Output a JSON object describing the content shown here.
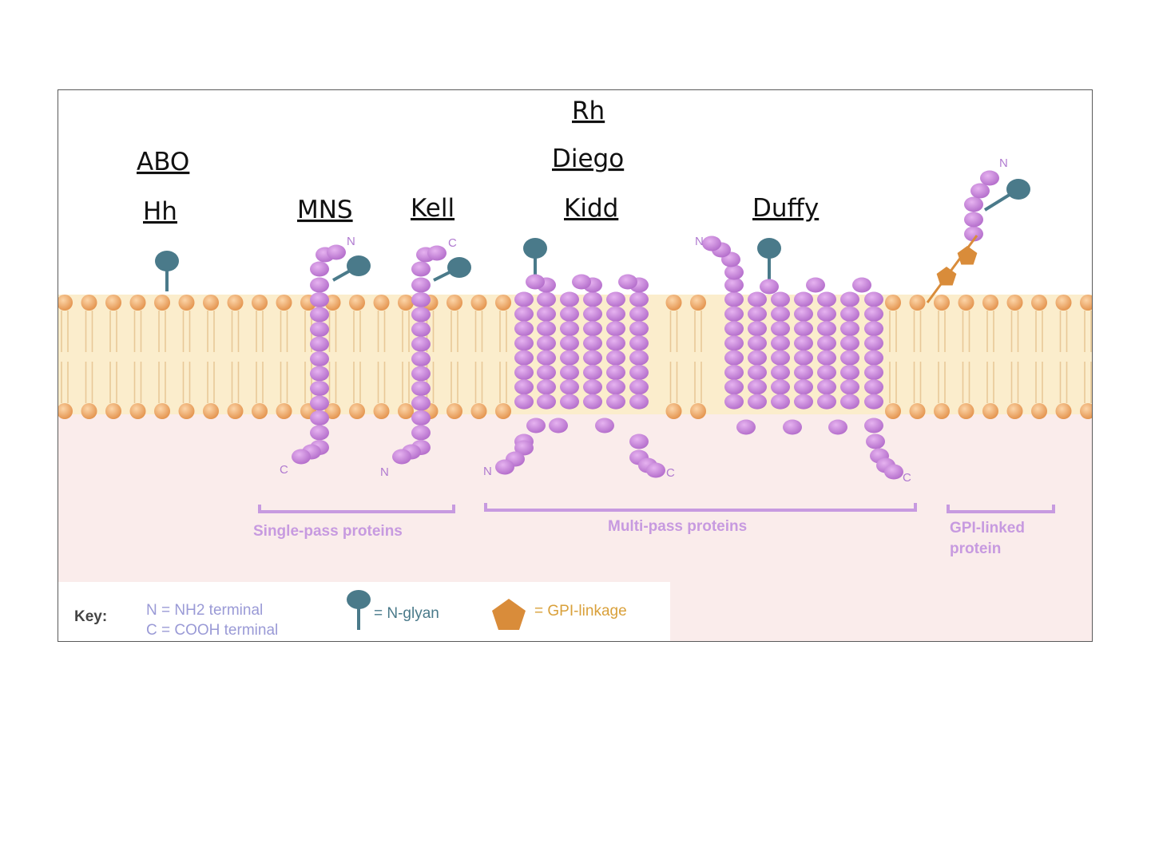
{
  "blood_groups": {
    "abo": "ABO",
    "hh": "Hh",
    "mns": "MNS",
    "kell": "Kell",
    "rh": "Rh",
    "diego": "Diego",
    "kidd": "Kidd",
    "duffy": "Duffy"
  },
  "terminals": {
    "n": "N",
    "c": "C"
  },
  "categories": {
    "single_pass": "Single-pass proteins",
    "multi_pass": "Multi-pass proteins",
    "gpi_line1": "GPI-linked",
    "gpi_line2": "protein"
  },
  "key": {
    "title": "Key:",
    "n_def": "N = NH2 terminal",
    "c_def": "C = COOH terminal",
    "nglycan": "= N-glyan",
    "gpi": "= GPI-linkage"
  },
  "colors": {
    "protein_bead": "#c583d8",
    "lipid_head": "#f0ab6a",
    "membrane_core": "#fbedcc",
    "cytoplasm": "#faeceb",
    "glycan": "#4a7a8a",
    "gpi_pentagon": "#d98c3a",
    "bracket": "#c79ae0"
  }
}
